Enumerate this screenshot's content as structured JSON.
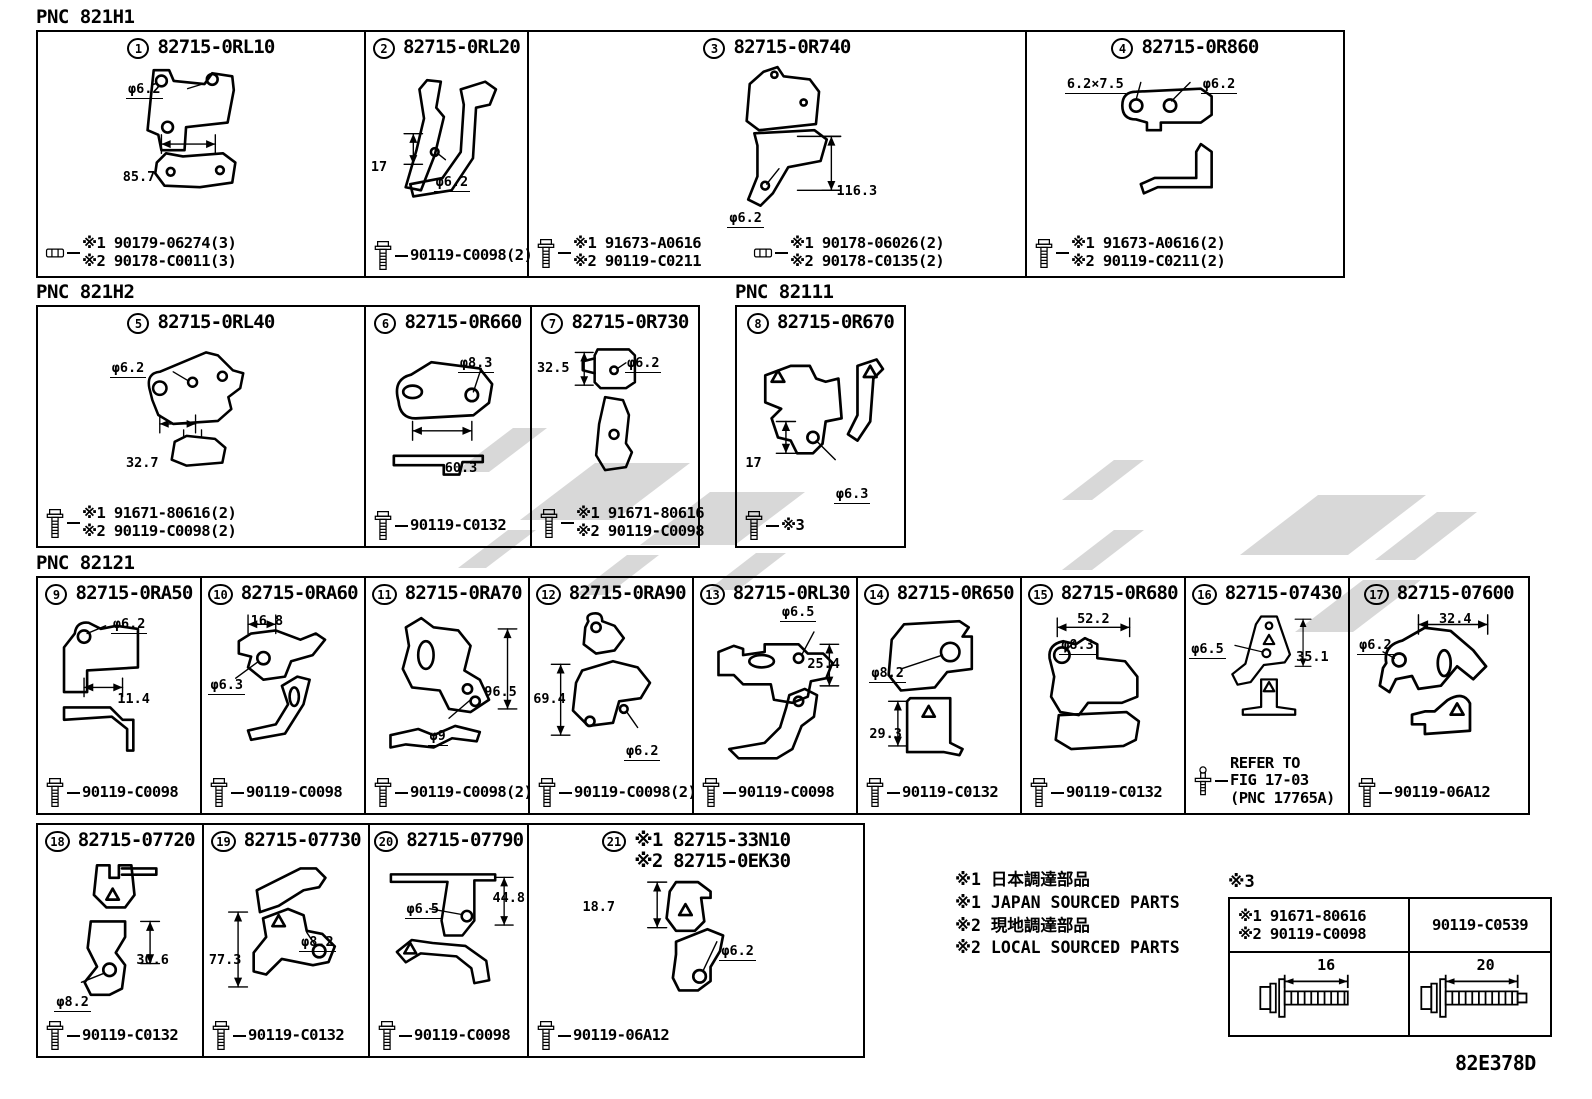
{
  "colors": {
    "ink": "#000000",
    "background": "#ffffff",
    "watermark": "#d8d8d8"
  },
  "sections": {
    "s1": "PNC 821H1",
    "s2": "PNC 821H2",
    "s3": "PNC 82111",
    "s4": "PNC 82121"
  },
  "cells": [
    {
      "num": "1",
      "parts": [
        "82715-0RL10"
      ],
      "dims": [
        "φ6.2",
        "85.7"
      ],
      "fasteners": [
        {
          "icon": "nut",
          "lines": [
            "※1 90179-06274(3)",
            "※2 90178-C0011(3)"
          ]
        }
      ]
    },
    {
      "num": "2",
      "parts": [
        "82715-0RL20"
      ],
      "dims": [
        "17",
        "φ6.2"
      ],
      "fasteners": [
        {
          "icon": "bolt",
          "lines": [
            "90119-C0098(2)"
          ]
        }
      ]
    },
    {
      "num": "3",
      "parts": [
        "82715-0R740"
      ],
      "dims": [
        "φ6.2",
        "116.3"
      ],
      "fasteners": [
        {
          "icon": "bolt",
          "lines": [
            "※1 91673-A0616",
            "※2 90119-C0211"
          ]
        },
        {
          "icon": "nut",
          "lines": [
            "※1 90178-06026(2)",
            "※2 90178-C0135(2)"
          ]
        }
      ]
    },
    {
      "num": "4",
      "parts": [
        "82715-0R860"
      ],
      "dims": [
        "6.2×7.5",
        "φ6.2"
      ],
      "fasteners": [
        {
          "icon": "bolt",
          "lines": [
            "※1 91673-A0616(2)",
            "※2 90119-C0211(2)"
          ]
        }
      ]
    },
    {
      "num": "5",
      "parts": [
        "82715-0RL40"
      ],
      "dims": [
        "φ6.2",
        "32.7"
      ],
      "fasteners": [
        {
          "icon": "bolt",
          "lines": [
            "※1 91671-80616(2)",
            "※2 90119-C0098(2)"
          ]
        }
      ]
    },
    {
      "num": "6",
      "parts": [
        "82715-0R660"
      ],
      "dims": [
        "φ8.3",
        "60.3"
      ],
      "fasteners": [
        {
          "icon": "bolt",
          "lines": [
            "90119-C0132"
          ]
        }
      ]
    },
    {
      "num": "7",
      "parts": [
        "82715-0R730"
      ],
      "dims": [
        "32.5",
        "φ6.2"
      ],
      "fasteners": [
        {
          "icon": "bolt",
          "lines": [
            "※1 91671-80616",
            "※2 90119-C0098"
          ]
        }
      ]
    },
    {
      "num": "8",
      "parts": [
        "82715-0R670"
      ],
      "dims": [
        "17",
        "φ6.3"
      ],
      "fasteners": [
        {
          "icon": "bolt",
          "lines": [
            "※3"
          ]
        }
      ]
    },
    {
      "num": "9",
      "parts": [
        "82715-0RA50"
      ],
      "dims": [
        "φ6.2",
        "11.4"
      ],
      "fasteners": [
        {
          "icon": "bolt",
          "lines": [
            "90119-C0098"
          ]
        }
      ]
    },
    {
      "num": "10",
      "parts": [
        "82715-0RA60"
      ],
      "dims": [
        "16.8",
        "φ6.3"
      ],
      "fasteners": [
        {
          "icon": "bolt",
          "lines": [
            "90119-C0098"
          ]
        }
      ]
    },
    {
      "num": "11",
      "parts": [
        "82715-0RA70"
      ],
      "dims": [
        "96.5",
        "φ9"
      ],
      "fasteners": [
        {
          "icon": "bolt",
          "lines": [
            "90119-C0098(2)"
          ]
        }
      ]
    },
    {
      "num": "12",
      "parts": [
        "82715-0RA90"
      ],
      "dims": [
        "69.4",
        "φ6.2"
      ],
      "fasteners": [
        {
          "icon": "bolt",
          "lines": [
            "90119-C0098(2)"
          ]
        }
      ]
    },
    {
      "num": "13",
      "parts": [
        "82715-0RL30"
      ],
      "dims": [
        "φ6.5",
        "25.4"
      ],
      "fasteners": [
        {
          "icon": "bolt",
          "lines": [
            "90119-C0098"
          ]
        }
      ]
    },
    {
      "num": "14",
      "parts": [
        "82715-0R650"
      ],
      "dims": [
        "φ8.2",
        "29.3"
      ],
      "fasteners": [
        {
          "icon": "bolt",
          "lines": [
            "90119-C0132"
          ]
        }
      ]
    },
    {
      "num": "15",
      "parts": [
        "82715-0R680"
      ],
      "dims": [
        "52.2",
        "φ8.3"
      ],
      "fasteners": [
        {
          "icon": "bolt",
          "lines": [
            "90119-C0132"
          ]
        }
      ]
    },
    {
      "num": "16",
      "parts": [
        "82715-07430"
      ],
      "dims": [
        "φ6.5",
        "35.1"
      ],
      "fasteners": [
        {
          "icon": "stud",
          "lines": [
            "REFER TO",
            "FIG 17-03",
            "(PNC 17765A)"
          ]
        }
      ]
    },
    {
      "num": "17",
      "parts": [
        "82715-07600"
      ],
      "dims": [
        "32.4",
        "φ6.2"
      ],
      "fasteners": [
        {
          "icon": "bolt",
          "lines": [
            "90119-06A12"
          ]
        }
      ]
    },
    {
      "num": "18",
      "parts": [
        "82715-07720"
      ],
      "dims": [
        "30.6",
        "φ8.2"
      ],
      "fasteners": [
        {
          "icon": "bolt",
          "lines": [
            "90119-C0132"
          ]
        }
      ]
    },
    {
      "num": "19",
      "parts": [
        "82715-07730"
      ],
      "dims": [
        "77.3",
        "φ8.2"
      ],
      "fasteners": [
        {
          "icon": "bolt",
          "lines": [
            "90119-C0132"
          ]
        }
      ]
    },
    {
      "num": "20",
      "parts": [
        "82715-07790"
      ],
      "dims": [
        "φ6.5",
        "44.8"
      ],
      "fasteners": [
        {
          "icon": "bolt",
          "lines": [
            "90119-C0098"
          ]
        }
      ]
    },
    {
      "num": "21",
      "parts": [
        "※1 82715-33N10",
        "※2 82715-0EK30"
      ],
      "dims": [
        "18.7",
        "φ6.2"
      ],
      "fasteners": [
        {
          "icon": "bolt",
          "lines": [
            "90119-06A12"
          ]
        }
      ]
    }
  ],
  "legend": {
    "lines": [
      "※1 日本調達部品",
      "※1 JAPAN SOURCED PARTS",
      "※2 現地調達部品",
      "※2 LOCAL SOURCED PARTS"
    ]
  },
  "note3": {
    "label": "※3",
    "left": {
      "lines": [
        "※1 91671-80616",
        "※2 90119-C0098"
      ],
      "length": "16"
    },
    "right": {
      "lines": [
        "90119-C0539"
      ],
      "length": "20"
    }
  },
  "code": "82E378D"
}
